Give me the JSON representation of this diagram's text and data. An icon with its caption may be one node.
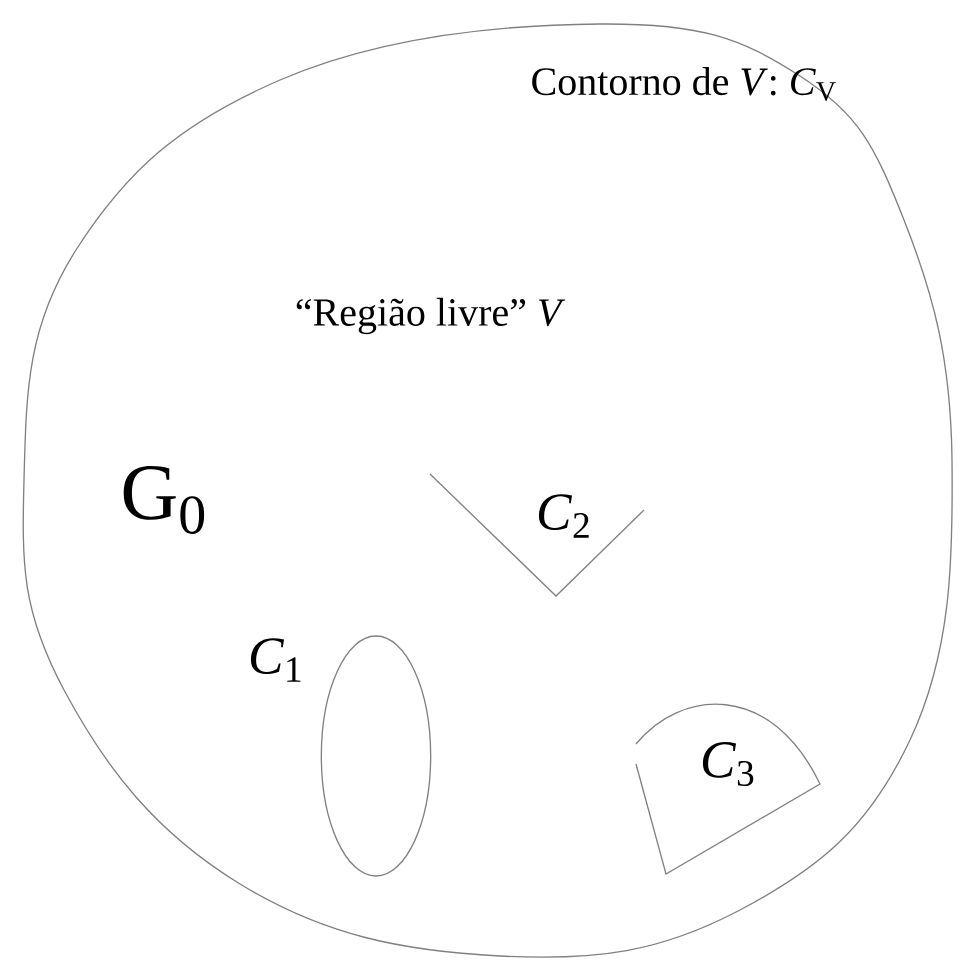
{
  "diagram": {
    "nodes": [
      {
        "text": [
          "Contorno de *V*: *C*$_{V}$",
          "“Região livre” *V*",
          "G$_{0}$"
        ]
      },
      {
        "text": [],
        "shape": "ellipse",
        "beside": [
          "*C*$_{1}$"
        ],
        "in": 0
      },
      {
        "text": [
          "*C*$_{2}$"
        ],
        "in": 0
      },
      {
        "text": [
          "*C*$_{3}$"
        ],
        "in": 0
      }
    ]
  }
}
